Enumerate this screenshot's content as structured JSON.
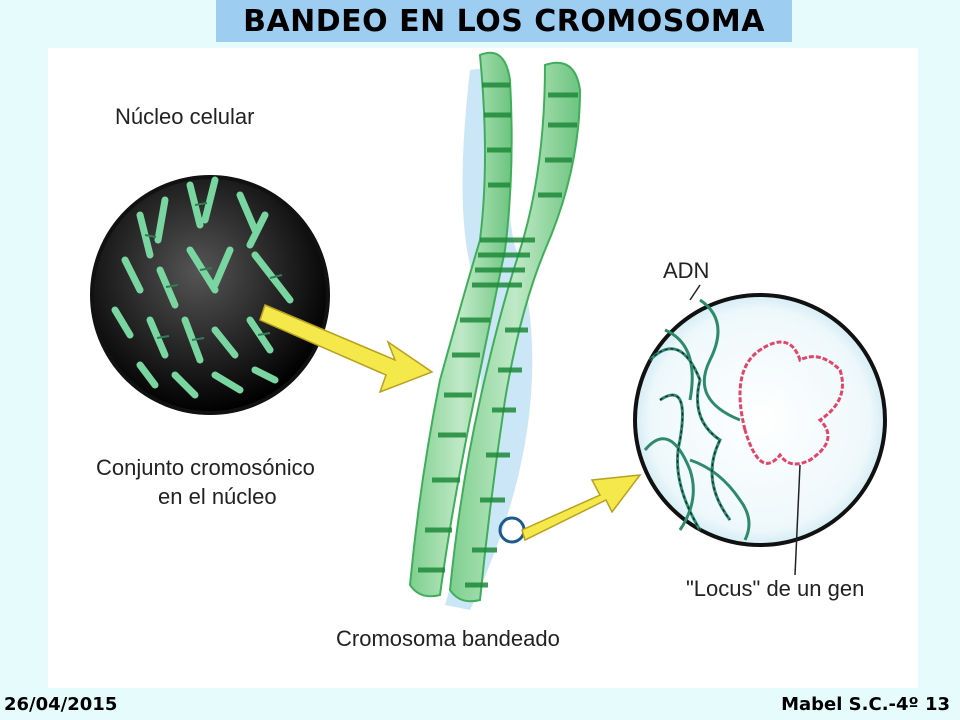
{
  "header": {
    "title": "BANDEO EN LOS  CROMOSOMA"
  },
  "labels": {
    "nucleus": "Núcleo celular",
    "set_line1": "Conjunto cromosónico",
    "set_line2": "en el núcleo",
    "chromosome": "Cromosoma bandeado",
    "dna": "ADN",
    "locus": "\"Locus\" de un gen"
  },
  "footer": {
    "date": "26/04/2015",
    "author": "Mabel S.C.-4º 13"
  },
  "colors": {
    "chromatid": "#3fae5a",
    "band": "#1e8a3a",
    "halo": "#6ab8e8",
    "arrow": "#f4e84a",
    "dna": "#2e8a6a",
    "locus": "#e0456a"
  }
}
